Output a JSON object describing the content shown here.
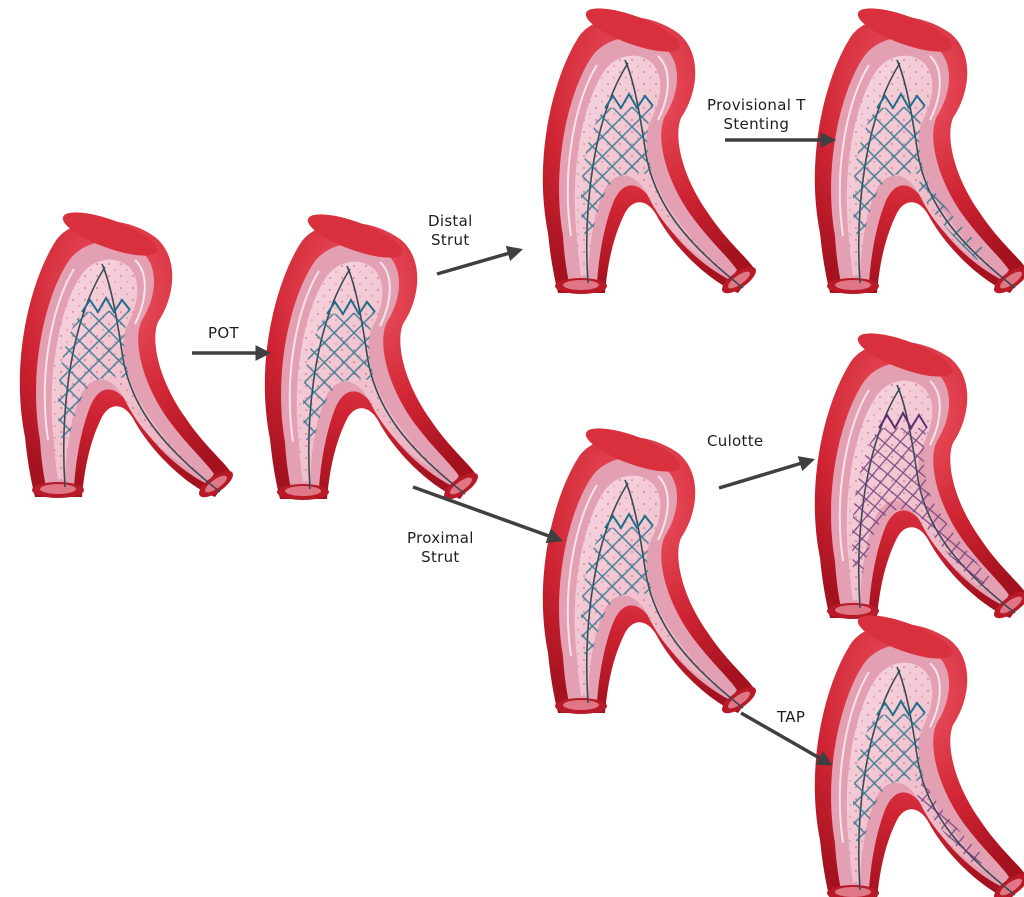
{
  "steps": {
    "pot": "POT",
    "distal_strut": [
      "Distal",
      "Strut"
    ],
    "provisional": [
      "Provisional T",
      "Stenting"
    ],
    "proximal_strut": [
      "Proximal",
      "Strut"
    ],
    "culotte": "Culotte",
    "tap": "TAP"
  },
  "colors": {
    "vessel_outer": "#c8202c",
    "vessel_mid": "#e4a6b8",
    "lumen": "#f0c4d0",
    "stent": "#1d6f8a",
    "arrow": "#404040"
  }
}
